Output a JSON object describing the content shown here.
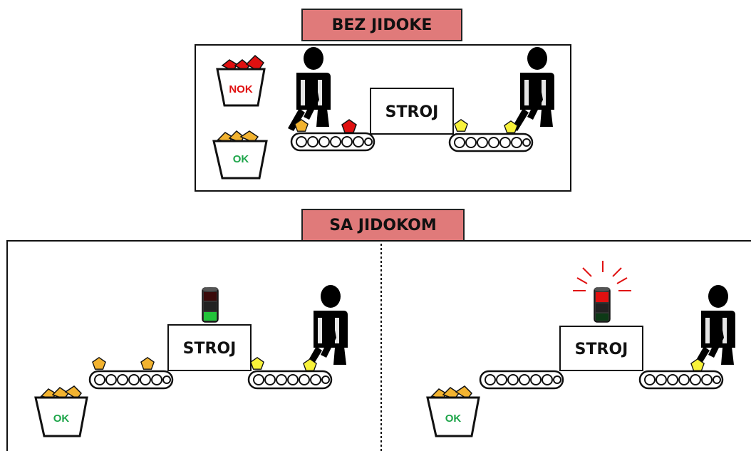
{
  "top_section": {
    "title": "BEZ JIDOKE",
    "machine_label": "STROJ",
    "bin_nok_label": "NOK",
    "bin_ok_label": "OK"
  },
  "bottom_section": {
    "title": "SA JIDOKOM",
    "left_machine_label": "STROJ",
    "left_bin_label": "OK",
    "right_machine_label": "STROJ",
    "right_bin_label": "OK",
    "left_signal": "green",
    "right_signal": "red"
  },
  "colors": {
    "banner": "#e07a7a",
    "part_orange": "#f2b330",
    "part_yellow": "#f8f23a",
    "part_red": "#e01010",
    "ok_text": "#1ea54a",
    "nok_text": "#e01010",
    "signal_red": "#e01010",
    "signal_green": "#22c33a"
  }
}
